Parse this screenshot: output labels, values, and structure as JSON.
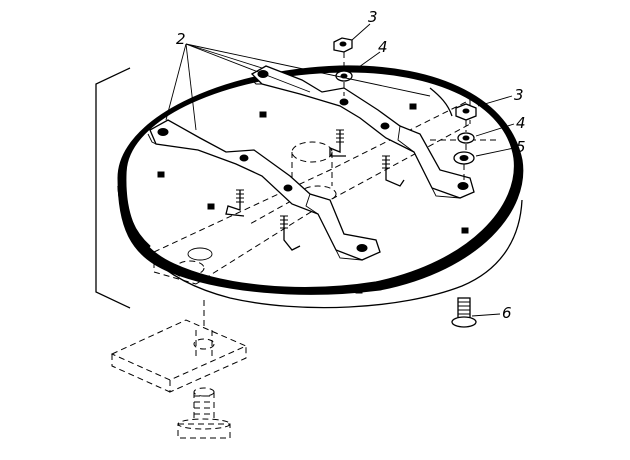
{
  "diagram": {
    "callouts": [
      {
        "id": "c3a",
        "label": "3"
      },
      {
        "id": "c4a",
        "label": "4"
      },
      {
        "id": "c2",
        "label": "2"
      },
      {
        "id": "c3b",
        "label": "3"
      },
      {
        "id": "c4b",
        "label": "4"
      },
      {
        "id": "c5",
        "label": "5"
      },
      {
        "id": "c6",
        "label": "6"
      }
    ]
  }
}
